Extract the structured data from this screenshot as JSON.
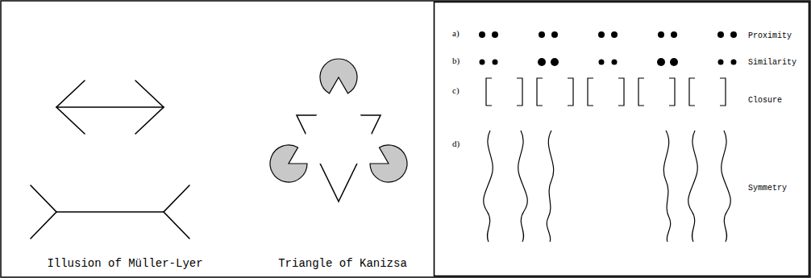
{
  "diagram": {
    "labels": [
      "Illusion of Müller-Lyer",
      "Triangle of Kanizsa",
      "a)",
      "Proximity",
      "b)",
      "Similarity",
      "c)",
      "Closure",
      "d)",
      "Symmetry"
    ]
  }
}
